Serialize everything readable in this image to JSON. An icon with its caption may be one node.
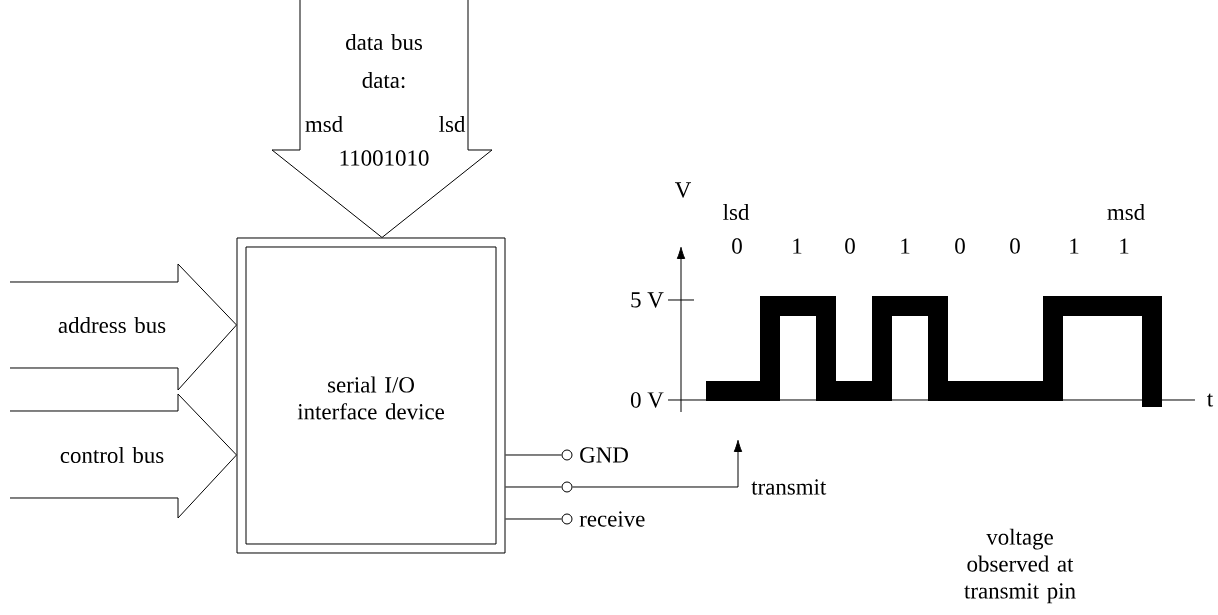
{
  "diagram": {
    "nodes": [
      {
        "text": [
          "serial I/O interface device"
        ]
      },
      {
        "text": [],
        "shape": "circle",
        "beside": [
          "GND"
        ]
      },
      {
        "text": [],
        "shape": "circle"
      },
      {
        "text": [],
        "shape": "circle",
        "beside": [
          "receive"
        ]
      }
    ],
    "edges": [
      {
        "from": null,
        "to": 0,
        "arrow": "to",
        "label": "data bus",
        "style": "thick"
      },
      {
        "from": null,
        "to": 0,
        "arrow": "to",
        "label": "address bus",
        "style": "thick"
      },
      {
        "from": null,
        "to": 0,
        "arrow": "to",
        "label": "control bus",
        "style": "thick"
      },
      {
        "from": 0,
        "to": 1,
        "arrow": "none"
      },
      {
        "from": 0,
        "to": 2,
        "arrow": "none"
      },
      {
        "from": 0,
        "to": 3,
        "arrow": "none"
      },
      {
        "from": 2,
        "to": null,
        "arrow": "to",
        "label": "transmit"
      }
    ],
    "labels": [
      "data:",
      "msd",
      "lsd",
      "11001010",
      "V",
      "lsd",
      "msd",
      "0",
      "1",
      "0",
      "1",
      "0",
      "0",
      "1",
      "1",
      "5 V",
      "0 V",
      "t",
      "voltage observed at transmit pin"
    ]
  }
}
